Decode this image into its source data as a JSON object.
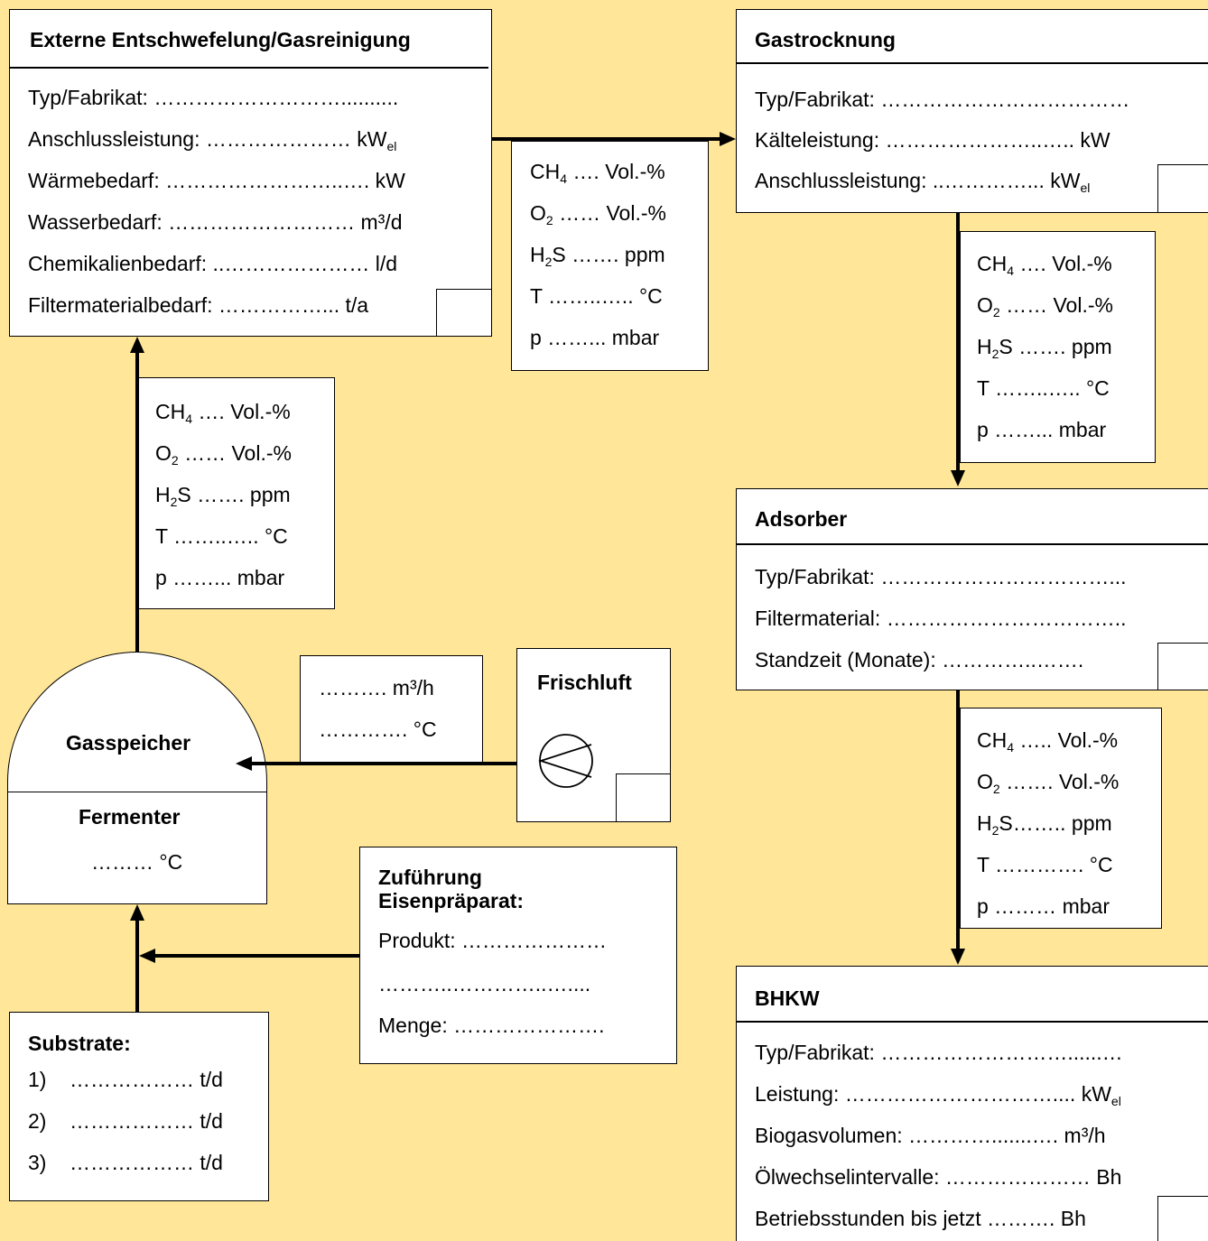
{
  "entschwefelung": {
    "title": "Externe Entschwefelung/Gasreinigung",
    "typ": "Typ/Fabrikat: ………………………..........",
    "anschluss": "Anschlussleistung: ………………… kW",
    "anschluss_sub": "el",
    "waerme": "Wärmebedarf: ……………………..…. kW",
    "wasser": "Wasserbedarf: ……………………… m³/d",
    "chemie": "Chemikalienbedarf: ..………………… l/d",
    "filter": "Filtermaterialbedarf: ……………... t/a"
  },
  "gas_bottom": {
    "ch4_a": "CH",
    "ch4_sub": "4",
    "ch4_b": " …. Vol.-%",
    "o2_a": "O",
    "o2_sub": "2",
    "o2_b": " …… Vol.-%",
    "h2s_a": "H",
    "h2s_sub": "2",
    "h2s_b": "S ……. ppm",
    "t": "T ……..….. °C",
    "p": "p ……... mbar"
  },
  "gas_top": {
    "ch4_a": "CH",
    "ch4_sub": "4",
    "ch4_b": " …. Vol.-%",
    "o2_a": "O",
    "o2_sub": "2",
    "o2_b": " …… Vol.-%",
    "h2s_a": "H",
    "h2s_sub": "2",
    "h2s_b": "S ……. ppm",
    "t": "T ……..….. °C",
    "p": "p ……... mbar"
  },
  "gas_right1": {
    "ch4_a": "CH",
    "ch4_sub": "4",
    "ch4_b": " …. Vol.-%",
    "o2_a": "O",
    "o2_sub": "2",
    "o2_b": " …… Vol.-%",
    "h2s_a": "H",
    "h2s_sub": "2",
    "h2s_b": "S ……. ppm",
    "t": "T ……..….. °C",
    "p": "p ……... mbar"
  },
  "gas_right2": {
    "ch4_a": "CH",
    "ch4_sub": "4",
    "ch4_b": " ….. Vol.-%",
    "o2_a": "O",
    "o2_sub": "2",
    "o2_b": " ……. Vol.-%",
    "h2s_a": "H",
    "h2s_sub": "2",
    "h2s_b": "S…….. ppm",
    "t": "T …………. °C",
    "p": "p ……… mbar"
  },
  "gastrocknung": {
    "title": "Gastrocknung",
    "typ": "Typ/Fabrikat: ………………………………",
    "kaelte": "Kälteleistung: …………………..….. kW",
    "anschluss": "Anschlussleistung: ..…………... kW",
    "anschluss_sub": "el"
  },
  "adsorber": {
    "title": "Adsorber",
    "typ": "Typ/Fabrikat: ……………………………...",
    "filter": "Filtermaterial: ……………………………..",
    "standzeit": "Standzeit (Monate): …………..……."
  },
  "bhkw": {
    "title": "BHKW",
    "typ": "Typ/Fabrikat: ………………………......…",
    "leistung": "Leistung: ………………………….... kW",
    "leistung_sub": "el",
    "biogas": "Biogasvolumen: ………….......…. m³/h",
    "oel": "Ölwechselintervalle: ………………… Bh",
    "betrieb": "Betriebsstunden bis jetzt ………. Bh"
  },
  "frischluft": {
    "title": "Frischluft",
    "flow": "………. m³/h",
    "temp": "…………. °C"
  },
  "gasspeicher": {
    "title": "Gasspeicher"
  },
  "fermenter": {
    "title": "Fermenter",
    "temp": "……… °C"
  },
  "eisen": {
    "title1": "Zuführung",
    "title2": "Eisenpräparat:",
    "produkt": "Produkt: …………………",
    "extra": "………..…………..…....",
    "menge": "Menge: …………………."
  },
  "substrate": {
    "title": "Substrate:",
    "items": [
      {
        "num": "1)",
        "val": "……………… t/d"
      },
      {
        "num": "2)",
        "val": "……………… t/d"
      },
      {
        "num": "3)",
        "val": "……………… t/d"
      }
    ]
  }
}
